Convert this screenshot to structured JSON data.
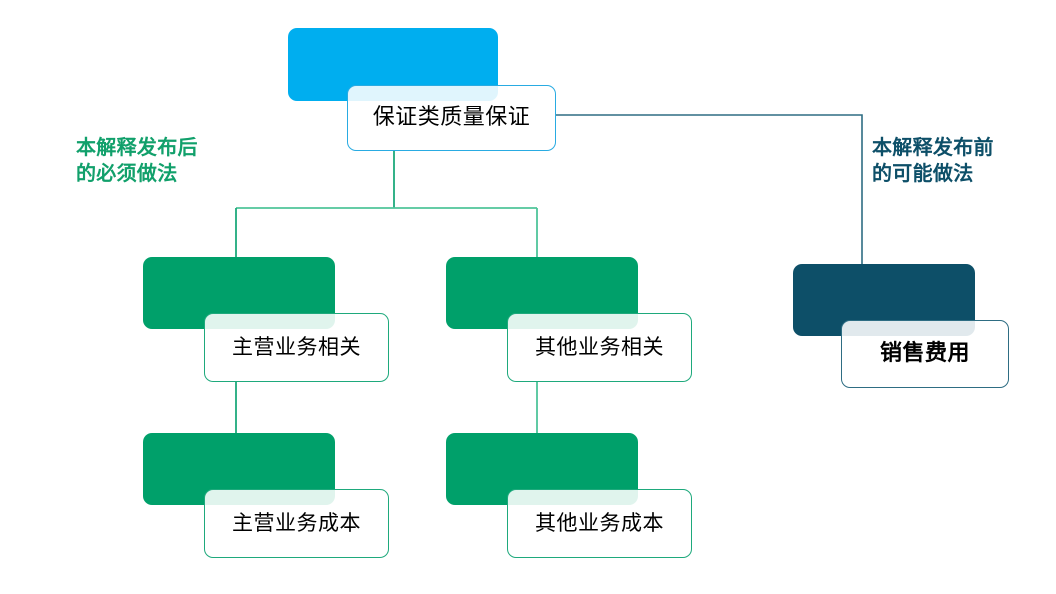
{
  "diagram": {
    "title_node": {
      "label": "保证类质量保证",
      "accent_color": "#00AEEF"
    },
    "annotations": {
      "left": {
        "text": "本解释发布后\n的必须做法",
        "color": "#11A06B"
      },
      "right": {
        "text": "本解释发布前\n的可能做法",
        "color": "#0D4F68"
      }
    },
    "branches": [
      {
        "label": "主营业务相关",
        "accent_color": "#00A06A",
        "child": {
          "label": "主营业务成本",
          "accent_color": "#00A06A"
        }
      },
      {
        "label": "其他业务相关",
        "accent_color": "#00A06A",
        "child": {
          "label": "其他业务成本",
          "accent_color": "#00A06A"
        }
      }
    ],
    "alternate_node": {
      "label": "销售费用",
      "accent_color": "#0D4F68"
    },
    "connectors": {
      "green_color": "#1EA97C",
      "teal_color": "#2E6D83",
      "blue_color": "#29ABE2"
    }
  }
}
